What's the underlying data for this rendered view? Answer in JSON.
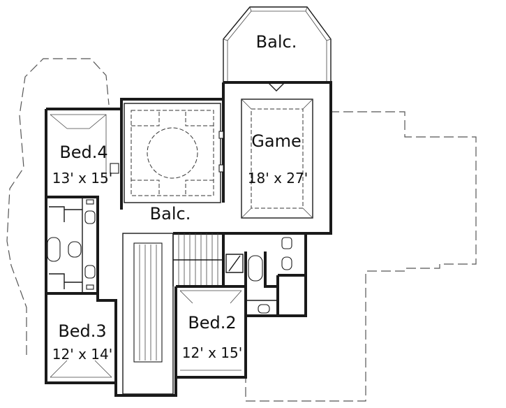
{
  "rooms": {
    "balcony_top": {
      "name": "Balc."
    },
    "game": {
      "name": "Game",
      "size": "18' x 27'"
    },
    "bed4": {
      "name": "Bed.4",
      "size": "13' x 15'"
    },
    "balcony_mid": {
      "name": "Balc."
    },
    "bed3": {
      "name": "Bed.3",
      "size": "12' x 14'"
    },
    "bed2": {
      "name": "Bed.2",
      "size": "12' x 15'"
    }
  }
}
